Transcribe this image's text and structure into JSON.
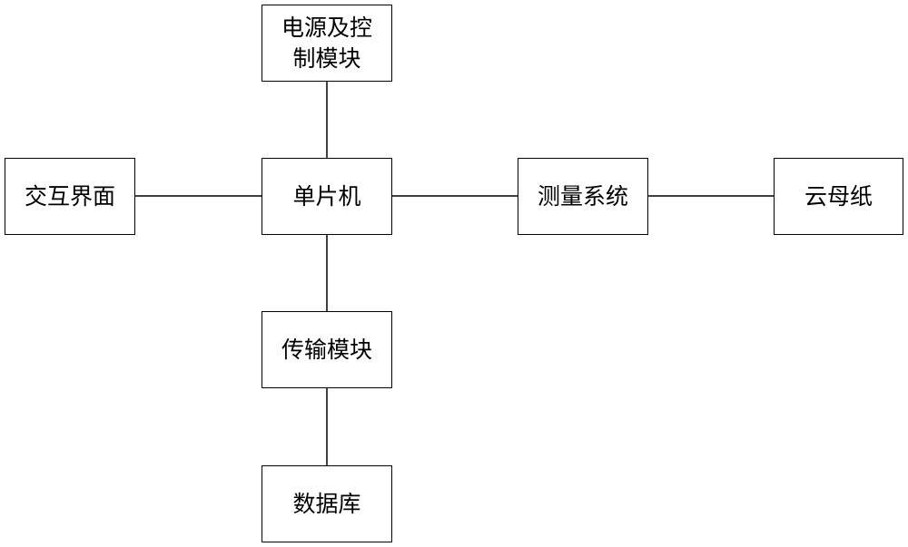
{
  "blocks": {
    "power_control": "电源及控\n制模块",
    "mcu": "单片机",
    "interaction_ui": "交互界面",
    "measurement_system": "测量系统",
    "mica_paper": "云母纸",
    "transmission_module": "传输模块",
    "database": "数据库"
  },
  "connections": [
    [
      "power_control",
      "mcu"
    ],
    [
      "interaction_ui",
      "mcu"
    ],
    [
      "mcu",
      "measurement_system"
    ],
    [
      "measurement_system",
      "mica_paper"
    ],
    [
      "mcu",
      "transmission_module"
    ],
    [
      "transmission_module",
      "database"
    ]
  ],
  "colors": {
    "line": "#000000",
    "box_border": "#000000",
    "background": "#ffffff"
  }
}
